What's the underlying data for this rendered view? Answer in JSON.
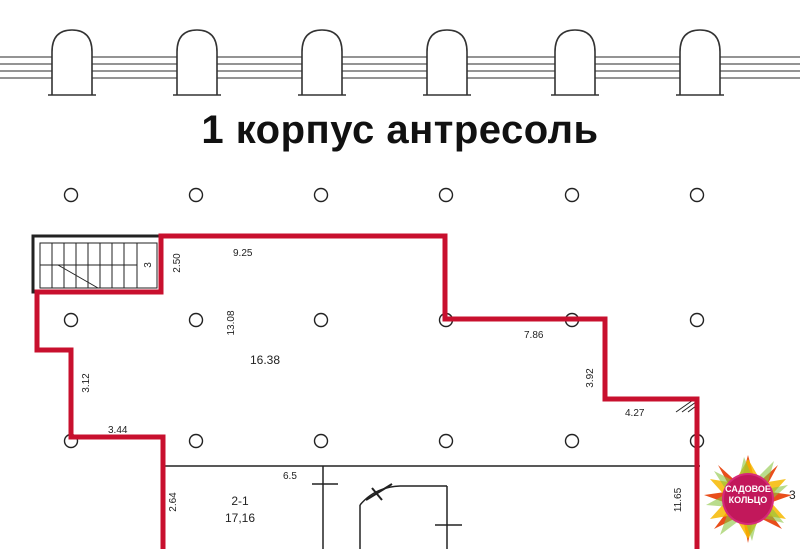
{
  "plan": {
    "title": "1 корпус антресоль",
    "dimensions": {
      "d925": "9.25",
      "d250": "2.50",
      "d3": "3",
      "d1308": "13.08",
      "d1638": "16.38",
      "d786": "7.86",
      "d392": "3.92",
      "d427": "4.27",
      "d312": "3.12",
      "d344": "3.44",
      "d65": "6.5",
      "d264": "2.64",
      "d1165": "11.65"
    },
    "room": {
      "number": "2-1",
      "area": "17,16"
    },
    "colors": {
      "outline": "#c8102e",
      "lines": "#222222"
    }
  },
  "logo": {
    "line1": "САДОВОЕ",
    "line2": "КОЛЬЦО",
    "suffix": "3"
  }
}
